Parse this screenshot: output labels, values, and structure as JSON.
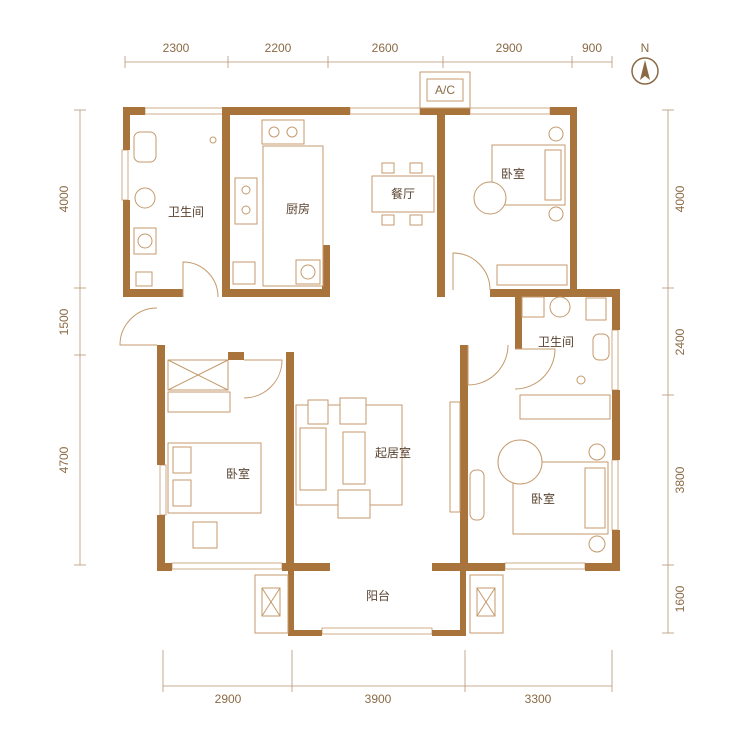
{
  "dimensions": {
    "top": [
      "2300",
      "2200",
      "2600",
      "2900",
      "900"
    ],
    "bottom": [
      "2900",
      "3900",
      "3300"
    ],
    "left": [
      "4000",
      "1500",
      "4700"
    ],
    "right": [
      "4000",
      "2400",
      "3800",
      "1600"
    ]
  },
  "rooms": {
    "bathroom_1": "卫生间",
    "kitchen": "厨房",
    "dining": "餐厅",
    "bedroom_ne": "卧室",
    "bathroom_2": "卫生间",
    "living": "起居室",
    "bedroom_w": "卧室",
    "bedroom_se": "卧室",
    "balcony": "阳台"
  },
  "compass": {
    "label": "N"
  },
  "ac_unit": {
    "label": "A/C"
  },
  "colors": {
    "wall": "#a8743b",
    "line": "#c49a6b",
    "text": "#8a6a45"
  }
}
